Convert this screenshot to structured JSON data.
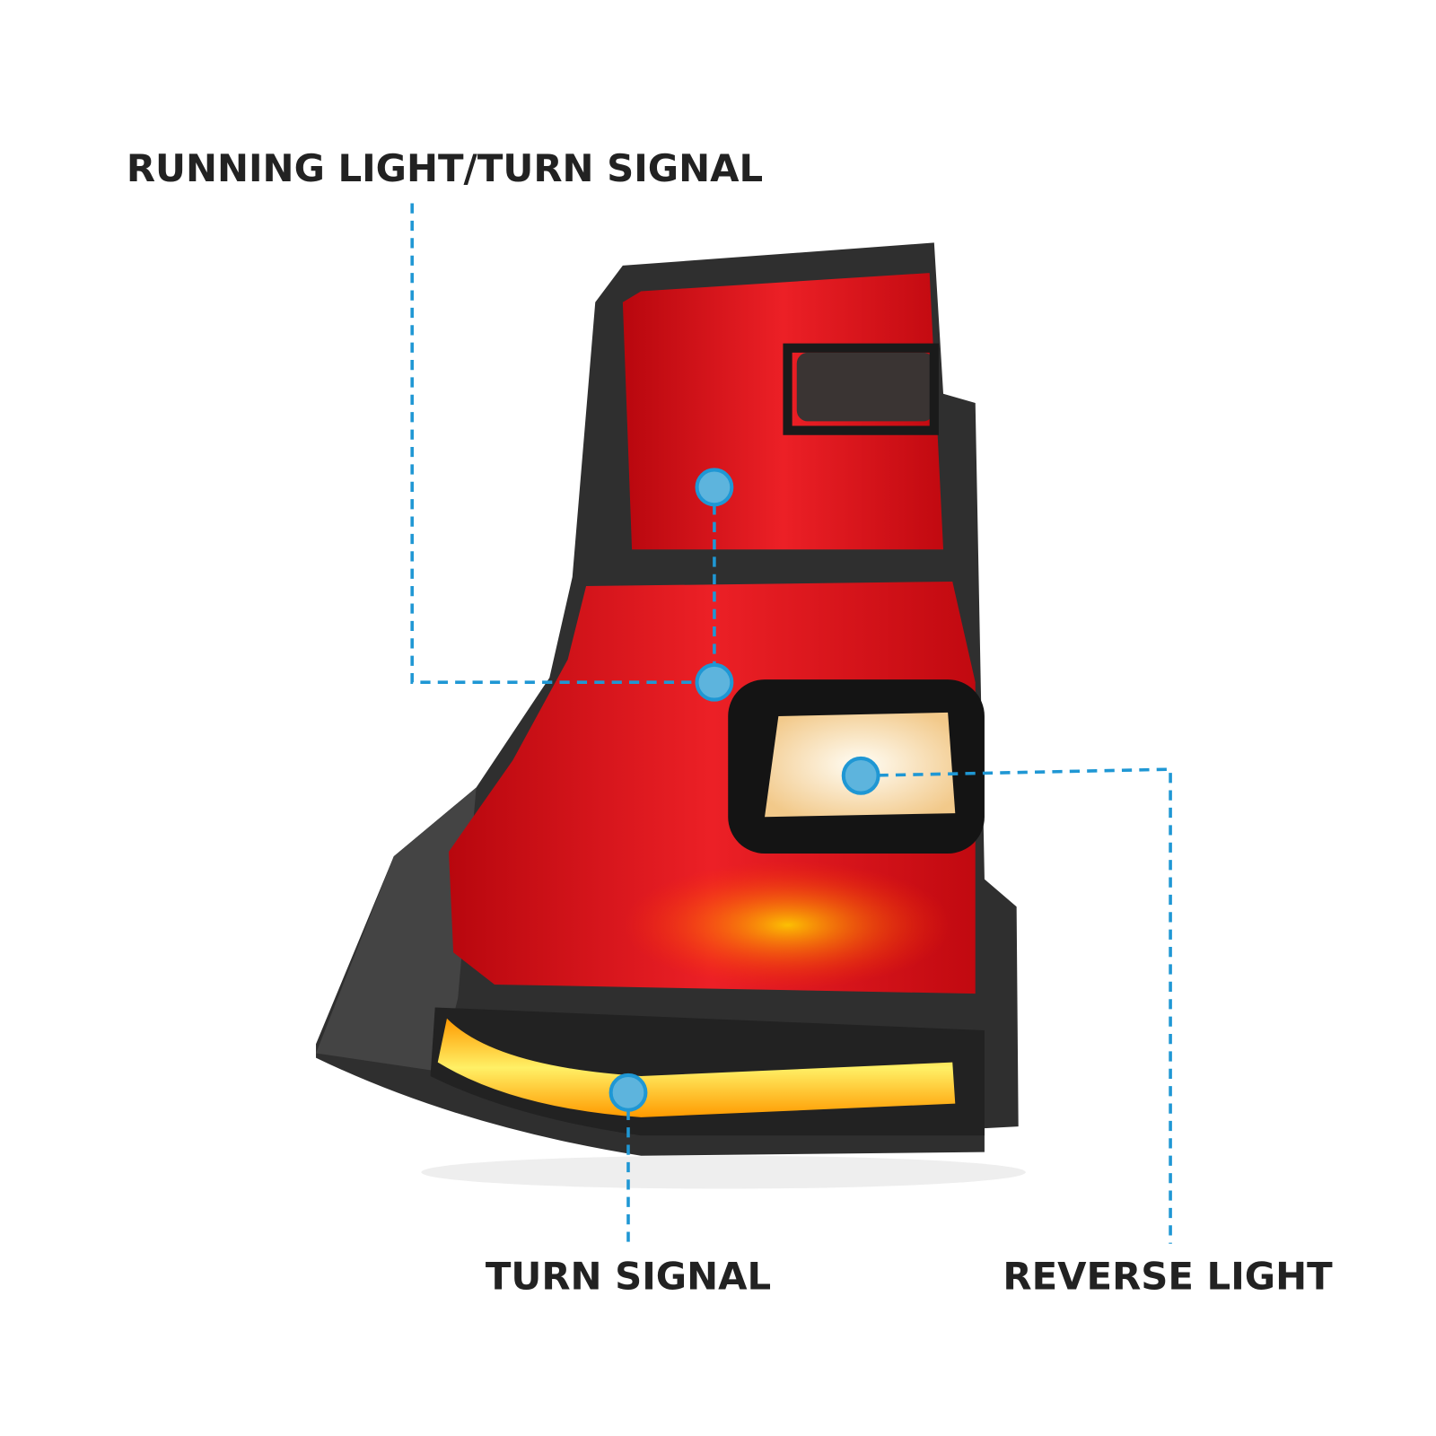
{
  "labels": {
    "running_turn": "RUNNING LIGHT/TURN SIGNAL",
    "turn_signal": "TURN SIGNAL",
    "reverse_light": "REVERSE LIGHT"
  },
  "colors": {
    "callout": "#1f97d4",
    "dot_fill": "#5db4dd",
    "lens_red": "#e0141b",
    "housing": "#2b2b2b",
    "amber": "#ffd400",
    "reverse": "#fff3dc"
  }
}
